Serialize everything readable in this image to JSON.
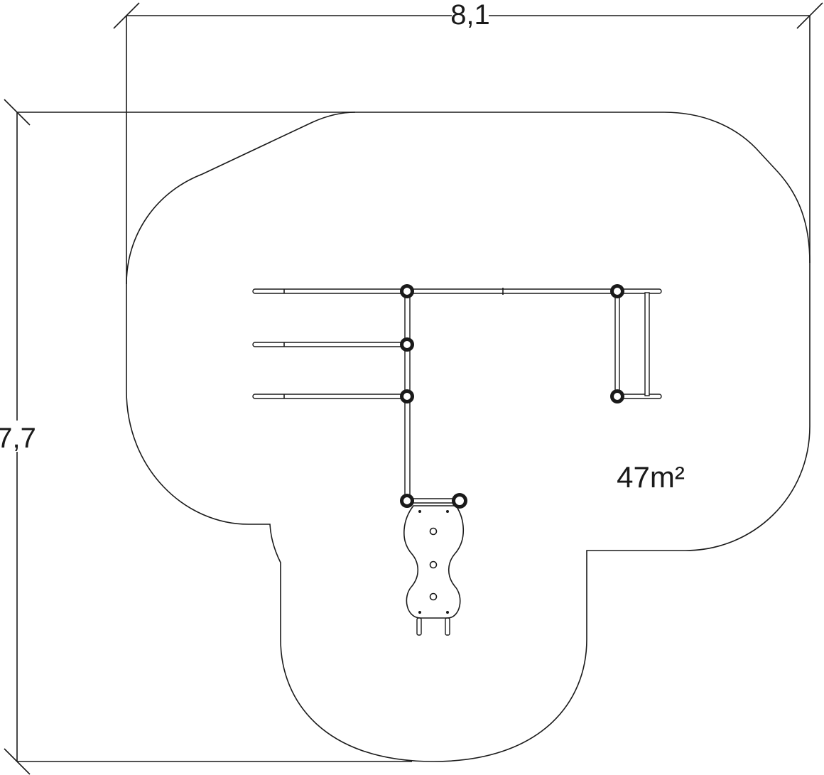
{
  "dimensions": {
    "width_label": "8,1",
    "height_label": "7,7"
  },
  "area_label": "47m²"
}
